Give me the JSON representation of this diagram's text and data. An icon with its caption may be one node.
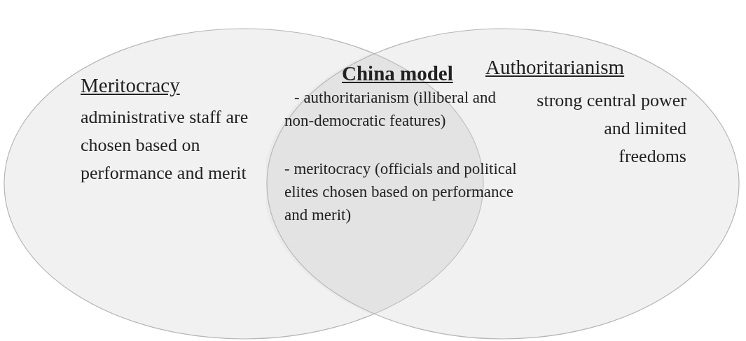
{
  "diagram": {
    "nodes": [
      {
        "text": [
          "Meritocracy",
          "administrative staff are chosen based on performance and merit"
        ]
      },
      {
        "text": [
          "China model",
          "- authoritarianism (illiberal and non-democratic features)",
          "- meritocracy (officials and political elites chosen based on performance and merit)"
        ]
      },
      {
        "text": [
          "Authoritarianism",
          "strong central power and limited freedoms"
        ]
      }
    ]
  }
}
